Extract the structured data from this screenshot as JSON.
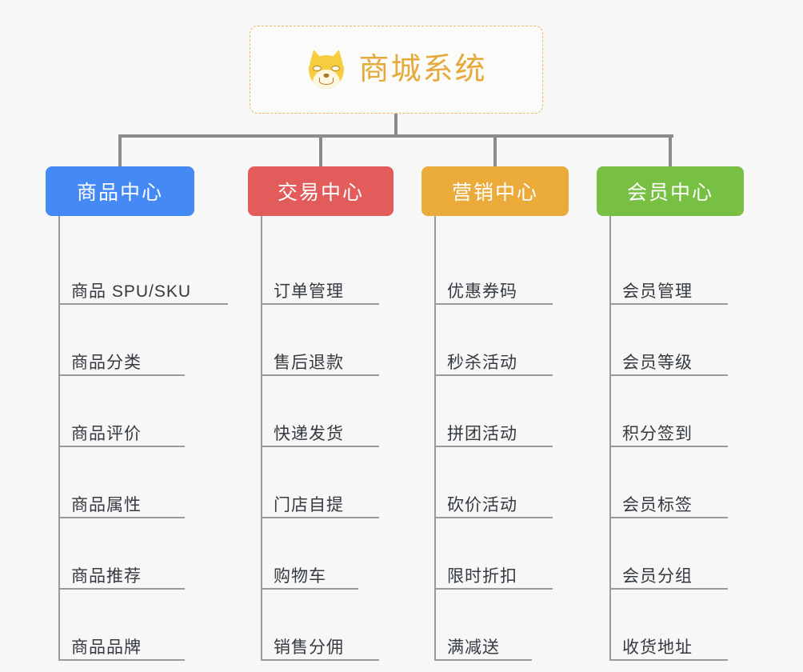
{
  "diagram": {
    "type": "org-tree",
    "background_color": "#f7f7f7",
    "root": {
      "title": "商城系统",
      "icon": "shiba-dog-icon",
      "text_color": "#e5a93c",
      "border_color": "#e9b860"
    },
    "connector_color": "#8c8c8c",
    "columns": [
      {
        "title": "商品中心",
        "color": "#4589f5",
        "items": [
          "商品 SPU/SKU",
          "商品分类",
          "商品评价",
          "商品属性",
          "商品推荐",
          "商品品牌"
        ]
      },
      {
        "title": "交易中心",
        "color": "#e25c5c",
        "items": [
          "订单管理",
          "售后退款",
          "快递发货",
          "门店自提",
          "购物车",
          "销售分佣"
        ]
      },
      {
        "title": "营销中心",
        "color": "#eaab3a",
        "items": [
          "优惠券码",
          "秒杀活动",
          "拼团活动",
          "砍价活动",
          "限时折扣",
          "满减送"
        ]
      },
      {
        "title": "会员中心",
        "color": "#77c043",
        "items": [
          "会员管理",
          "会员等级",
          "积分签到",
          "会员标签",
          "会员分组",
          "收货地址"
        ]
      }
    ]
  }
}
